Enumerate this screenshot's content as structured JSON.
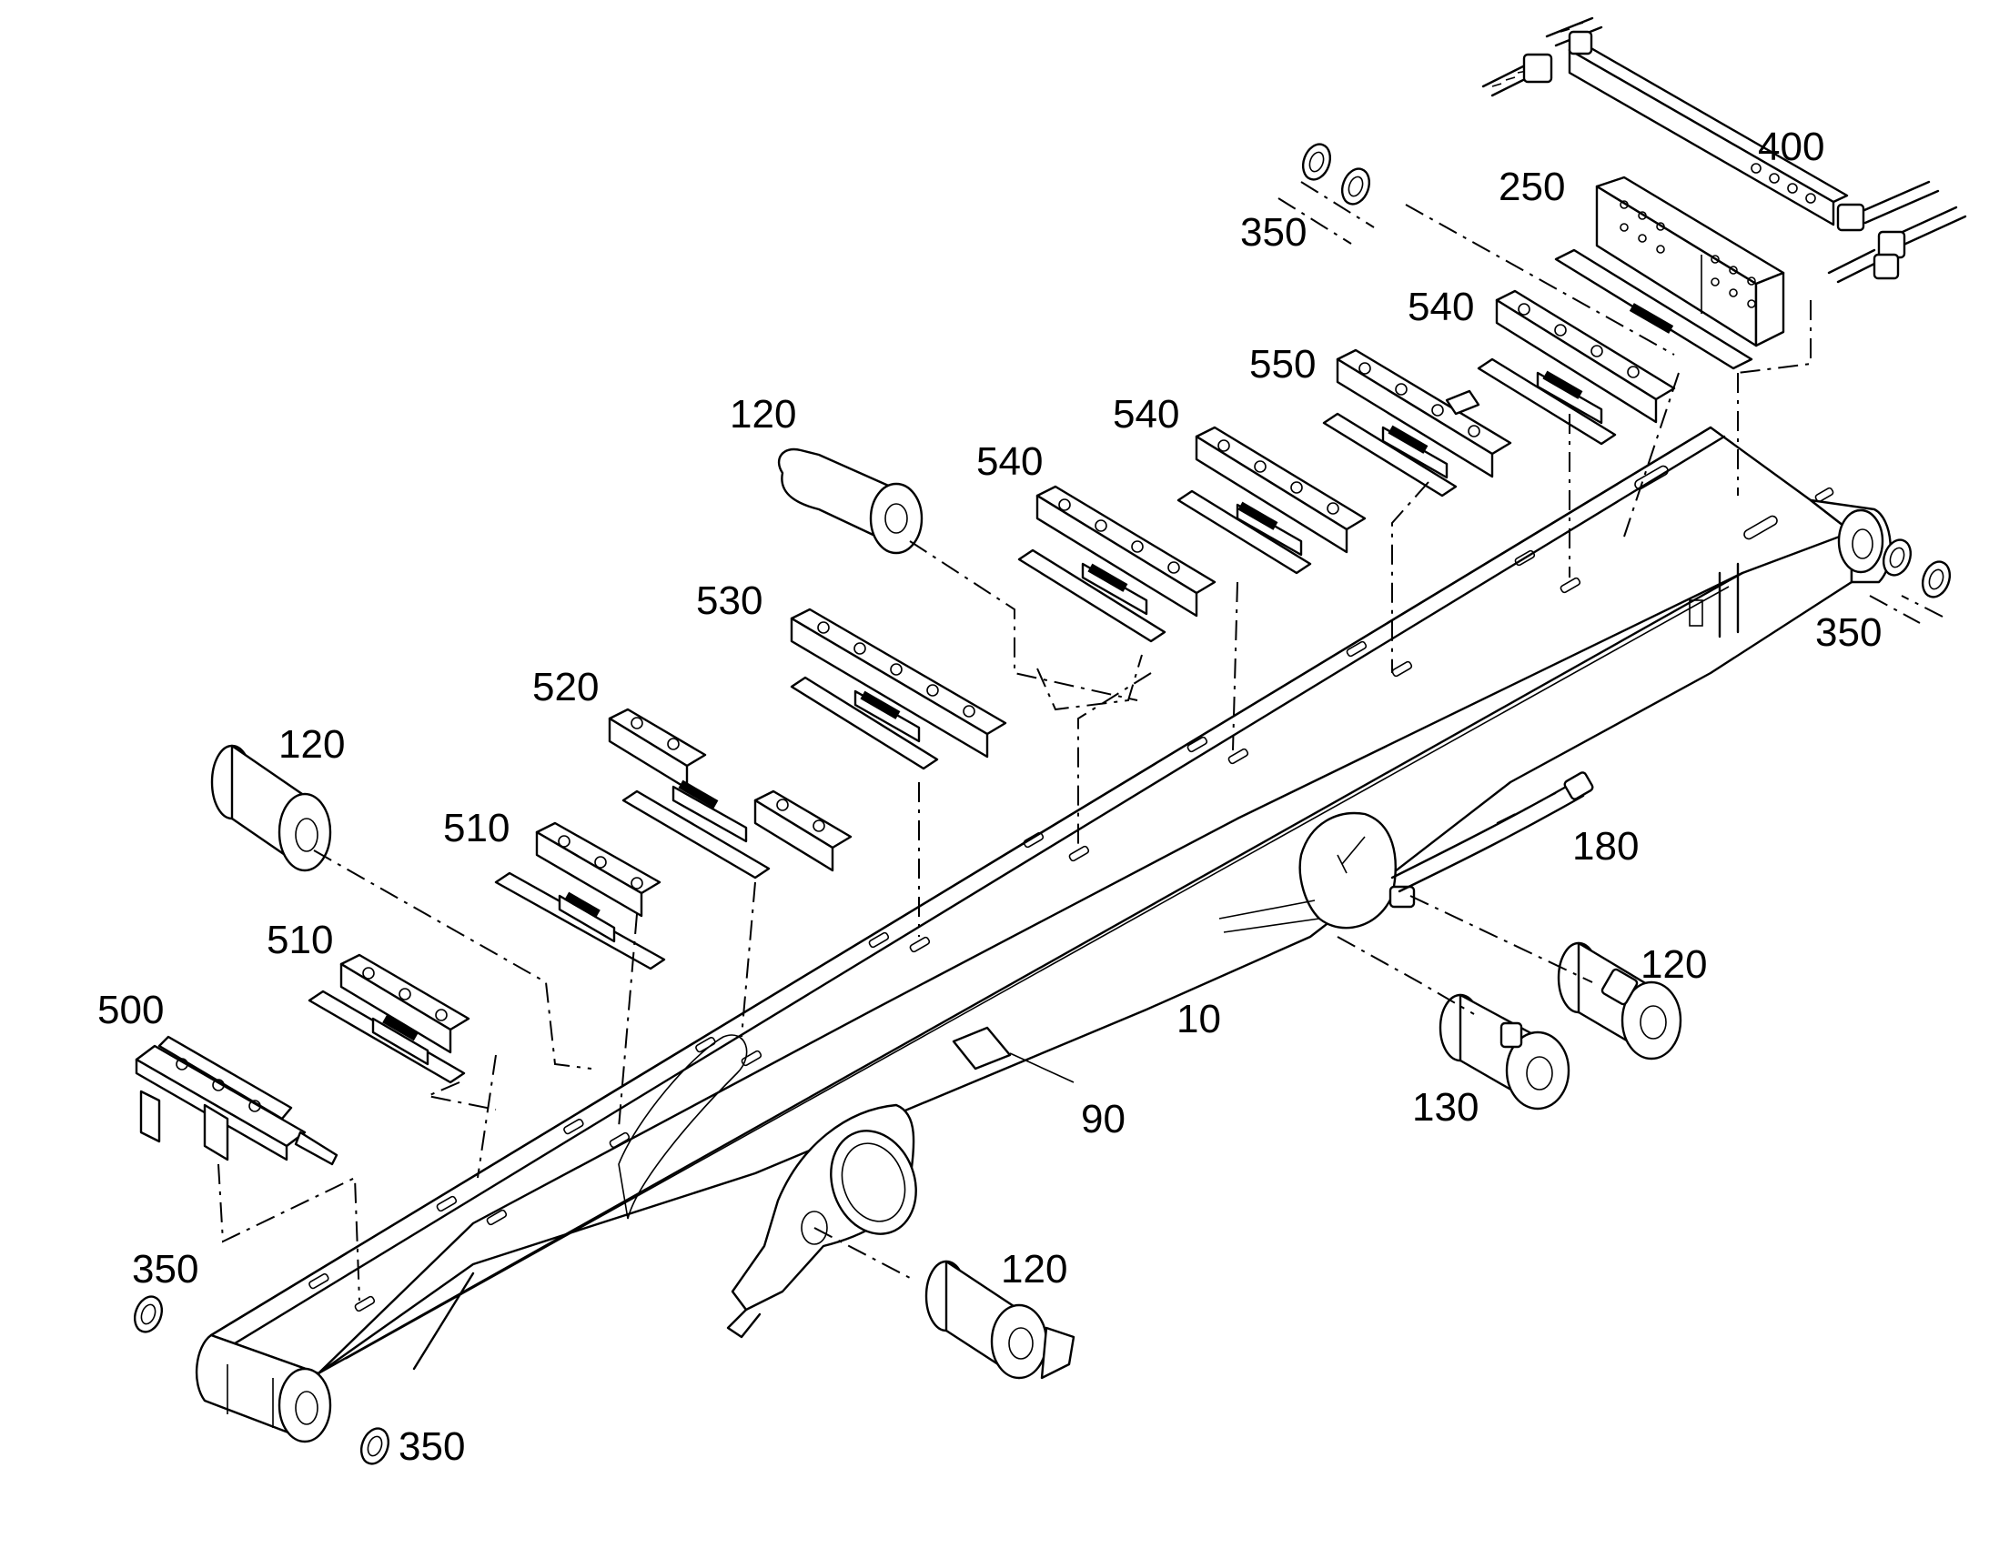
{
  "labels": {
    "p400": "400",
    "p250": "250",
    "p350_top": "350",
    "p540_a": "540",
    "p550": "550",
    "p540_b": "540",
    "p120_top": "120",
    "p540_c": "540",
    "p530": "530",
    "p520": "520",
    "p120_left": "120",
    "p510_a": "510",
    "p510_b": "510",
    "p500": "500",
    "p350_right": "350",
    "p180": "180",
    "p120_right": "120",
    "p10": "10",
    "p130": "130",
    "p90": "90",
    "p350_left": "350",
    "p120_bottom": "120",
    "p350_bottom": "350"
  }
}
